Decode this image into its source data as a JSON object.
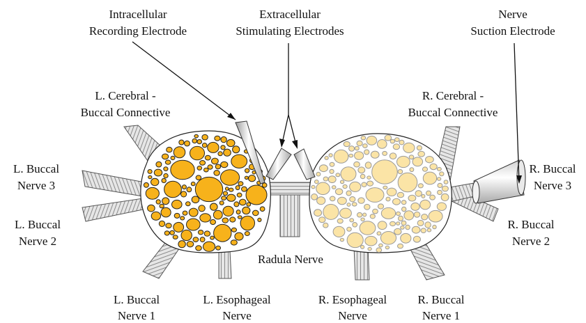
{
  "labels": {
    "intracellular_1": "Intracellular",
    "intracellular_2": "Recording Electrode",
    "extracellular_1": "Extracellular",
    "extracellular_2": "Stimulating Electrodes",
    "suction_1": "Nerve",
    "suction_2": "Suction Electrode",
    "l_cbc_1": "L. Cerebral -",
    "l_cbc_2": "Buccal Connective",
    "r_cbc_1": "R. Cerebral -",
    "r_cbc_2": "Buccal Connective",
    "l_bn3_1": "L. Buccal",
    "l_bn3_2": "Nerve 3",
    "l_bn2_1": "L. Buccal",
    "l_bn2_2": "Nerve 2",
    "r_bn3_1": "R. Buccal",
    "r_bn3_2": "Nerve 3",
    "r_bn2_1": "R. Buccal",
    "r_bn2_2": "Nerve 2",
    "radula": "Radula Nerve",
    "l_bn1_1": "L. Buccal",
    "l_bn1_2": "Nerve 1",
    "l_eso_1": "L. Esophageal",
    "l_eso_2": "Nerve",
    "r_eso_1": "R. Esophageal",
    "r_eso_2": "Nerve",
    "r_bn1_1": "R. Buccal",
    "r_bn1_2": "Nerve 1"
  },
  "colors": {
    "left_cells": "#f7b21b",
    "right_cells": "#fbe4a6",
    "right_cell_stroke": "#9a9a9a",
    "nerve_fill": "#d8d8d8",
    "nerve_stripe": "#8a8a8a",
    "outline": "#222222"
  }
}
